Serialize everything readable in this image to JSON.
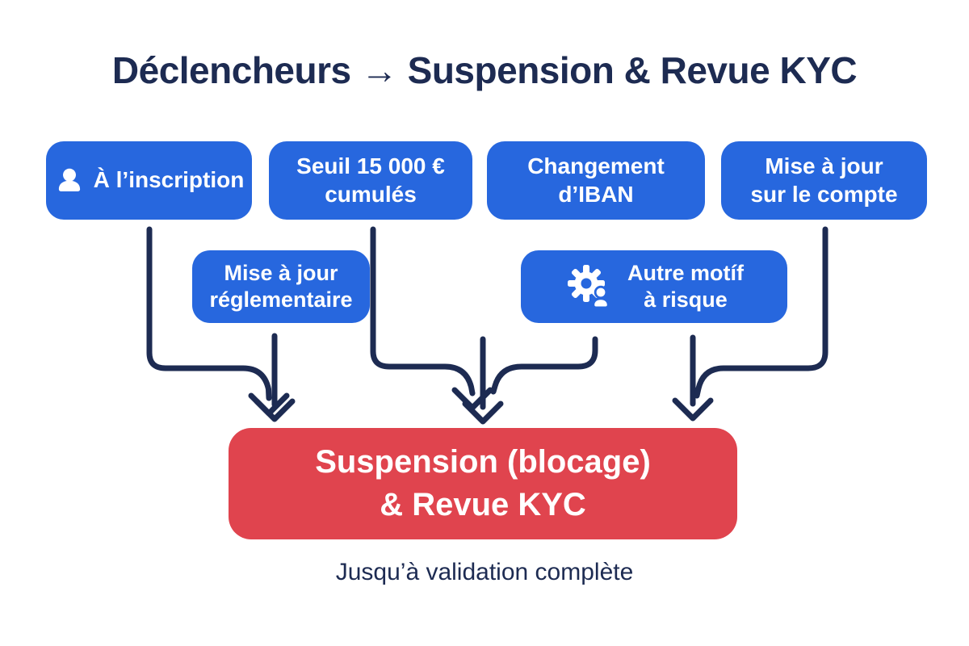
{
  "title": "Déclencheurs → Suspension & Revue KYC",
  "colors": {
    "navy": "#1D2B52",
    "blue": "#2767DE",
    "red": "#E0444E",
    "text_on_box": "#FFFFFF"
  },
  "triggers": {
    "inscription": {
      "label": "À l’inscription",
      "icon": "person-icon"
    },
    "seuil": {
      "line1": "Seuil 15 000 €",
      "line2": "cumulés"
    },
    "iban": {
      "line1": "Changement",
      "line2": "d’IBAN"
    },
    "maj_compte": {
      "line1": "Mise à jour",
      "line2": "sur le compte"
    },
    "maj_reglementaire": {
      "line1": "Mise à jour",
      "line2": "réglementaire"
    },
    "autre_motif": {
      "line1": "Autre motíf",
      "line2": "à risque",
      "icon": "gear-person-icon"
    }
  },
  "result": {
    "line1": "Suspension (blocage)",
    "line2": "& Revue KYC"
  },
  "caption": "Jusqu’à validation complète"
}
